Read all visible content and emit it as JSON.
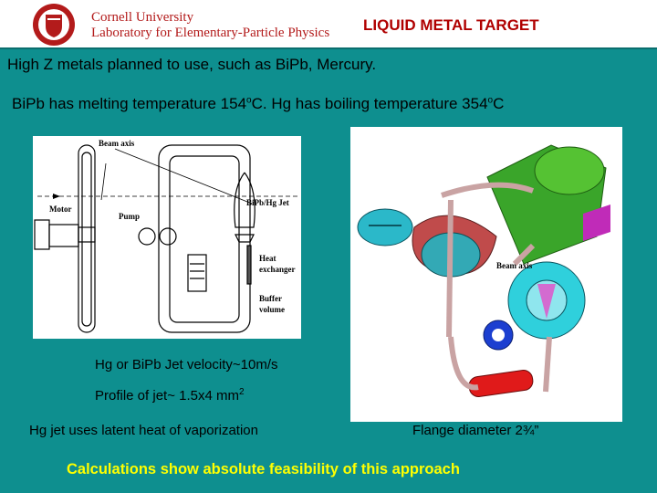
{
  "header": {
    "org_line1": "Cornell University",
    "org_line2": "Laboratory for Elementary-Particle Physics",
    "title": "LIQUID METAL TARGET"
  },
  "lines": {
    "line1": "High Z metals planned to use, such as BiPb,   Mercury.",
    "line2_a": "BiPb has melting temperature 154",
    "line2_b": "C.   Hg has boiling temperature 354",
    "line2_c": "C",
    "degree_sup": "o",
    "velocity": "Hg or BiPb Jet velocity~10m/s",
    "profile": "Profile of jet~ 1.5x4 mm",
    "profile_sup": "2",
    "latent": "Hg jet uses latent heat of vaporization",
    "flange": "Flange diameter 2¾”"
  },
  "diagram": {
    "beam_axis": "Beam axis",
    "motor": "Motor",
    "pump": "Pump",
    "jet": "BiPb/Hg Jet",
    "heat1": "Heat",
    "heat2": "exchanger",
    "buffer1": "Buffer",
    "buffer2": "volume"
  },
  "render": {
    "beam_axis": "Beam axis"
  },
  "caption": "Calculations show absolute feasibility of this approach"
}
